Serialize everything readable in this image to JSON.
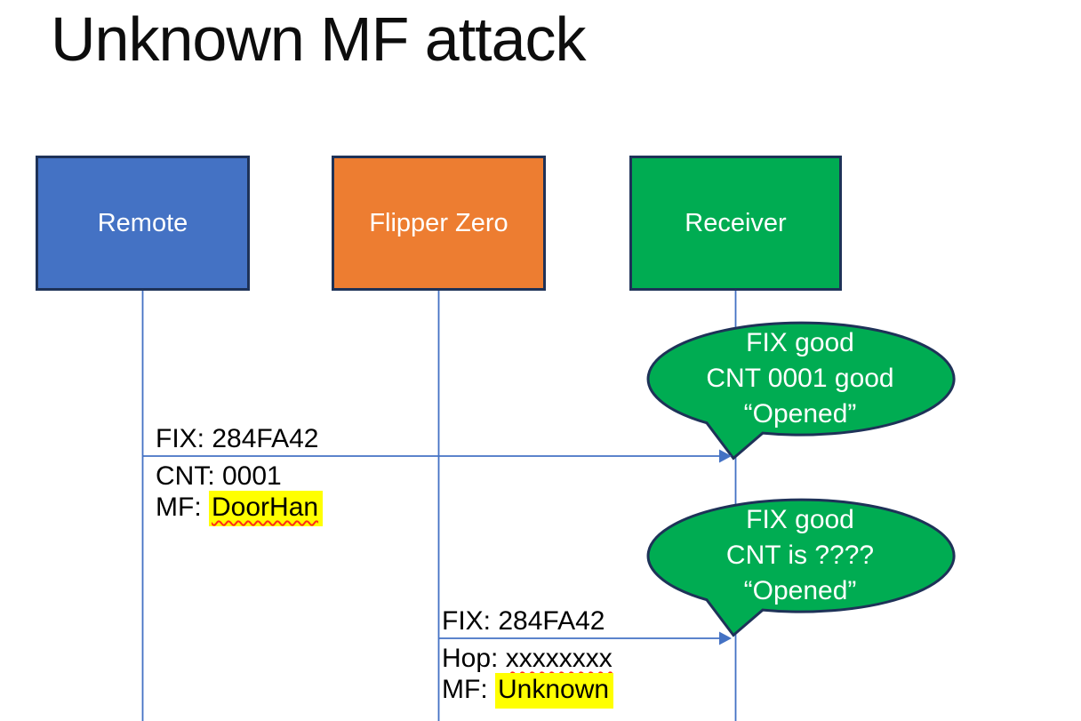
{
  "slide": {
    "title": "Unknown MF attack"
  },
  "actors": {
    "remote": "Remote",
    "flipper": "Flipper Zero",
    "receiver": "Receiver"
  },
  "messages": {
    "m1": {
      "fix": "FIX: 284FA42",
      "cnt": "CNT: 0001",
      "mf_label": "MF: ",
      "mf_value": "DoorHan"
    },
    "m2": {
      "fix": "FIX: 284FA42",
      "hop_label": "Hop: ",
      "hop_value": "xxxxxxxx",
      "mf_label": "MF: ",
      "mf_value": "Unknown"
    }
  },
  "bubbles": {
    "b1": {
      "l1": "FIX good",
      "l2": "CNT 0001 good",
      "l3": "“Opened”"
    },
    "b2": {
      "l1": "FIX good",
      "l2": "CNT is ????",
      "l3": "“Opened”"
    }
  },
  "colors": {
    "remote_fill": "#4472C4",
    "flipper_fill": "#ED7D31",
    "receiver_fill": "#00AC52",
    "bubble_fill": "#00AC52",
    "shape_outline": "#1E3258",
    "connector_blue": "#4472C4",
    "highlight_yellow": "#FFFF00",
    "squiggle_red": "#FF2B19",
    "title_text": "#0d0d0d"
  }
}
